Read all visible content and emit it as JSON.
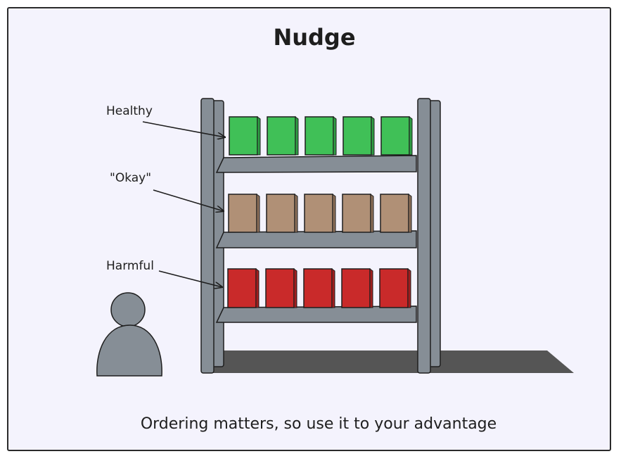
{
  "title": "Nudge",
  "caption": "Ordering matters, so use it to your advantage",
  "labels": {
    "healthy": "Healthy",
    "okay": "\"Okay\"",
    "harmful": "Harmful"
  },
  "shelves": [
    {
      "name": "healthy",
      "color": "#40c057",
      "count": 5
    },
    {
      "name": "okay",
      "color": "#b09076",
      "count": 5
    },
    {
      "name": "harmful",
      "color": "#c92a2a",
      "count": 5
    }
  ],
  "colors": {
    "background": "#f4f3fd",
    "shelf": "#868e96",
    "shadow": "#555555",
    "person": "#868e96",
    "stroke": "#1e1e1e"
  },
  "icons": [
    "person-icon",
    "shelf-unit"
  ]
}
